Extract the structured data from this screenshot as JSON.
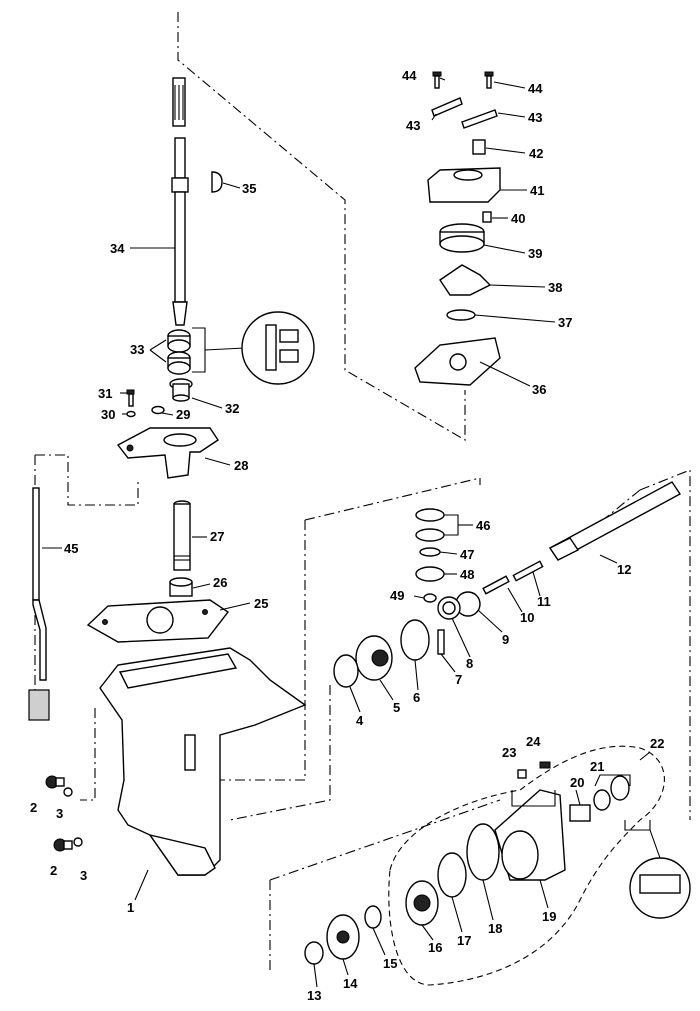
{
  "labels": [
    {
      "id": "p1",
      "text": "1"
    },
    {
      "id": "p2a",
      "text": "2"
    },
    {
      "id": "p2b",
      "text": "2"
    },
    {
      "id": "p3a",
      "text": "3"
    },
    {
      "id": "p3b",
      "text": "3"
    },
    {
      "id": "p4",
      "text": "4"
    },
    {
      "id": "p5",
      "text": "5"
    },
    {
      "id": "p6",
      "text": "6"
    },
    {
      "id": "p7",
      "text": "7"
    },
    {
      "id": "p8",
      "text": "8"
    },
    {
      "id": "p9",
      "text": "9"
    },
    {
      "id": "p10",
      "text": "10"
    },
    {
      "id": "p11",
      "text": "11"
    },
    {
      "id": "p12",
      "text": "12"
    },
    {
      "id": "p13",
      "text": "13"
    },
    {
      "id": "p14",
      "text": "14"
    },
    {
      "id": "p15",
      "text": "15"
    },
    {
      "id": "p16",
      "text": "16"
    },
    {
      "id": "p17",
      "text": "17"
    },
    {
      "id": "p18",
      "text": "18"
    },
    {
      "id": "p19",
      "text": "19"
    },
    {
      "id": "p20",
      "text": "20"
    },
    {
      "id": "p21",
      "text": "21"
    },
    {
      "id": "p22",
      "text": "22"
    },
    {
      "id": "p23",
      "text": "23"
    },
    {
      "id": "p24",
      "text": "24"
    },
    {
      "id": "p25",
      "text": "25"
    },
    {
      "id": "p26",
      "text": "26"
    },
    {
      "id": "p27",
      "text": "27"
    },
    {
      "id": "p28",
      "text": "28"
    },
    {
      "id": "p29",
      "text": "29"
    },
    {
      "id": "p30",
      "text": "30"
    },
    {
      "id": "p31",
      "text": "31"
    },
    {
      "id": "p32",
      "text": "32"
    },
    {
      "id": "p33",
      "text": "33"
    },
    {
      "id": "p34",
      "text": "34"
    },
    {
      "id": "p35",
      "text": "35"
    },
    {
      "id": "p36",
      "text": "36"
    },
    {
      "id": "p37",
      "text": "37"
    },
    {
      "id": "p38",
      "text": "38"
    },
    {
      "id": "p39",
      "text": "39"
    },
    {
      "id": "p40",
      "text": "40"
    },
    {
      "id": "p41",
      "text": "41"
    },
    {
      "id": "p42",
      "text": "42"
    },
    {
      "id": "p43a",
      "text": "43"
    },
    {
      "id": "p43b",
      "text": "43"
    },
    {
      "id": "p44a",
      "text": "44"
    },
    {
      "id": "p44b",
      "text": "44"
    },
    {
      "id": "p45",
      "text": "45"
    },
    {
      "id": "p46",
      "text": "46"
    },
    {
      "id": "p47",
      "text": "47"
    },
    {
      "id": "p48",
      "text": "48"
    },
    {
      "id": "p49",
      "text": "49"
    }
  ]
}
